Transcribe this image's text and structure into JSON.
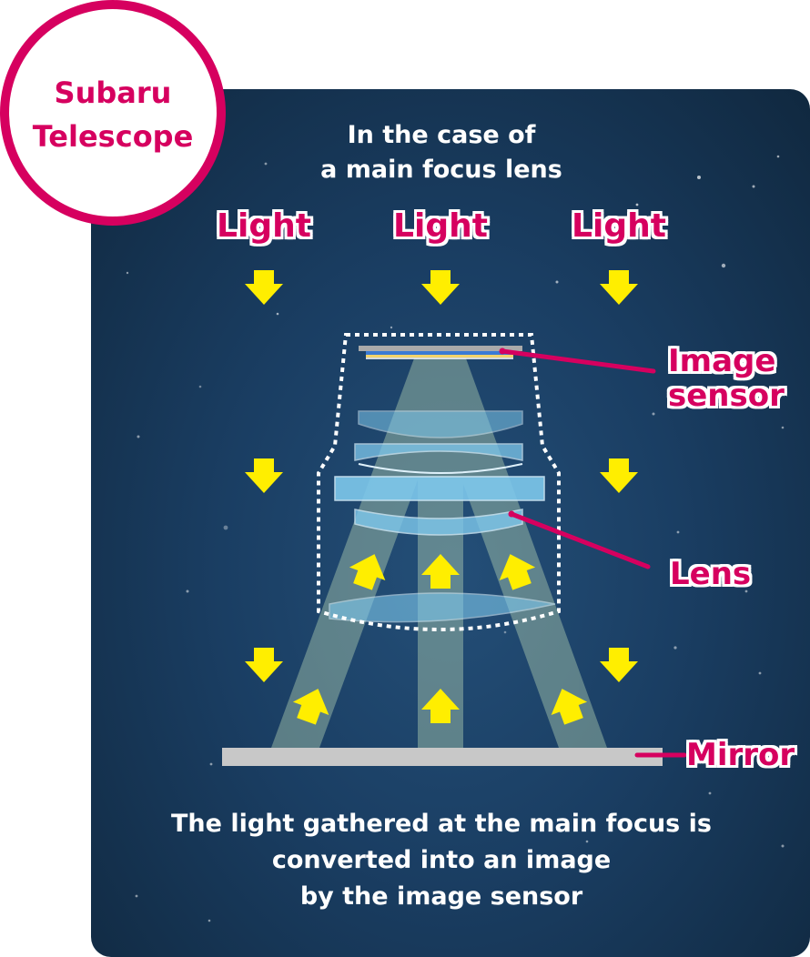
{
  "badge": {
    "line1": "Subaru",
    "line2": "Telescope"
  },
  "heading": {
    "line1": "In the case of",
    "line2": "a main focus lens"
  },
  "light_labels": [
    "Light",
    "Light",
    "Light"
  ],
  "labels": {
    "image_sensor_line1": "Image",
    "image_sensor_line2": "sensor",
    "lens": "Lens",
    "mirror": "Mirror"
  },
  "caption": {
    "line1": "The light gathered at the main focus is",
    "line2": "converted into an image",
    "line3": "by the image sensor"
  },
  "colors": {
    "accent": "#d6005f",
    "arrow": "#ffee00",
    "panel": "#1a3e63",
    "beam": "#b8d6b5",
    "lens": "#7ec8ec",
    "mirror": "#c8c8c8"
  },
  "icons": [
    "down-arrow-icon",
    "up-arrow-icon",
    "diagonal-arrow-icon"
  ]
}
